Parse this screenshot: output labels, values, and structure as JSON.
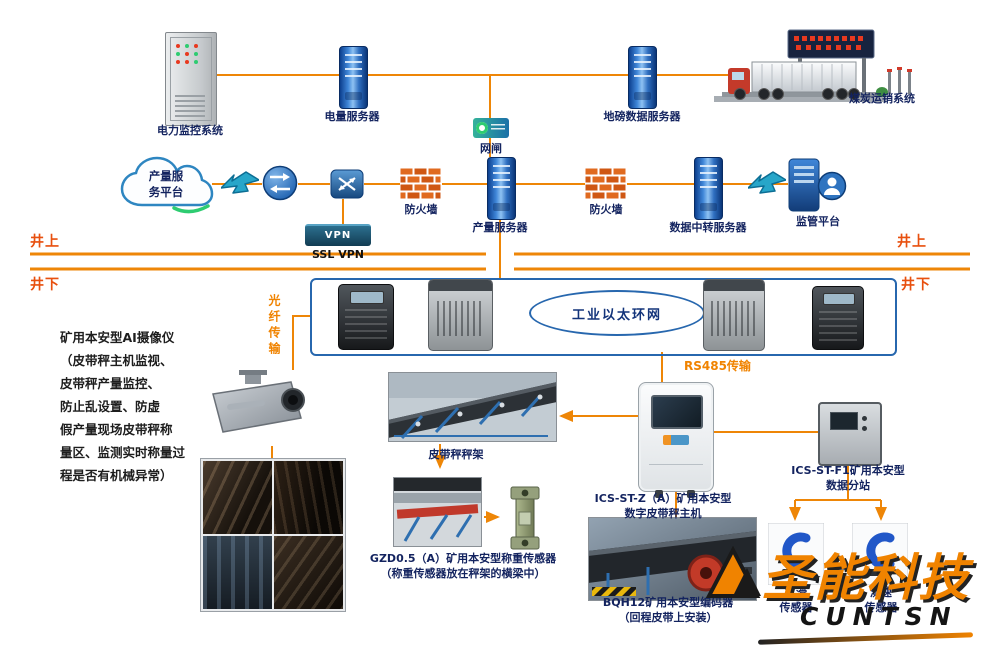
{
  "surface": {
    "power_monitor": "电力监控系统",
    "power_server": "电量服务器",
    "gateway": "网闸",
    "weighbridge_server": "地磅数据服务器",
    "coal_sales": "煤炭运销系统",
    "cloud": "产量服\n务平台",
    "firewall_left": "防火墙",
    "production_server": "产量服务器",
    "firewall_right": "防火墙",
    "relay_server": "数据中转服务器",
    "supervision": "监管平台",
    "vpn_device": "VPN",
    "vpn_caption": "SSL VPN"
  },
  "zones": {
    "surface_left": "井上",
    "surface_right": "井上",
    "underground_left": "井下",
    "underground_right": "井下"
  },
  "underground": {
    "ring": "工业以太环网",
    "fiber": "光纤传输",
    "rs485": "RS485传输",
    "ai_camera_block": "矿用本安型AI摄像仪\n（皮带秤主机监视、\n皮带秤产量监控、\n防止乱设置、防虚\n假产量现场皮带秤称\n量区、监测实时称量过\n程是否有机械异常）",
    "belt_frame": "皮带秤秤架",
    "host": "ICS-ST-Z（A）矿用本安型\n数字皮带秤主机",
    "substation": "ICS-ST-F1矿用本安型\n数据分站",
    "load_cell": "GZD0.5（A）矿用本安型称重传感器\n（称重传感器放在秤架的横梁中）",
    "encoder": "BQH12矿用本安型编码器\n（回程皮带上安装）",
    "sensor_left": "打滑\n传感器",
    "sensor_right": "测速\n传感器"
  },
  "watermark": {
    "brand_cn": "圣能科技",
    "brand_en": "CUNTSN"
  },
  "colors": {
    "line_orange": "#ee8607",
    "zone_red": "#e8500f",
    "ring_blue": "#2767ae",
    "brand_orange": "#f08300"
  }
}
